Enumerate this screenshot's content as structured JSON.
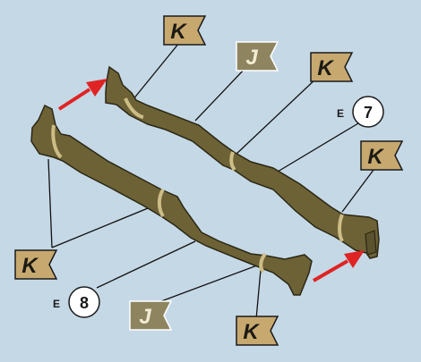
{
  "colors": {
    "background": "#c5d8e6",
    "hose_fill": "#6d6236",
    "hose_outline": "#2b2714",
    "flag_k": "#c7a970",
    "flag_j": "#8e8560",
    "arrow": "#e02323"
  },
  "flags": {
    "k_top": "K",
    "j_top": "J",
    "k_upper_right": "K",
    "k_right": "K",
    "k_left": "K",
    "j_bottom": "J",
    "k_bottom": "K"
  },
  "callouts": {
    "seven": {
      "prefix": "E",
      "number": "7"
    },
    "eight": {
      "prefix": "E",
      "number": "8"
    }
  }
}
